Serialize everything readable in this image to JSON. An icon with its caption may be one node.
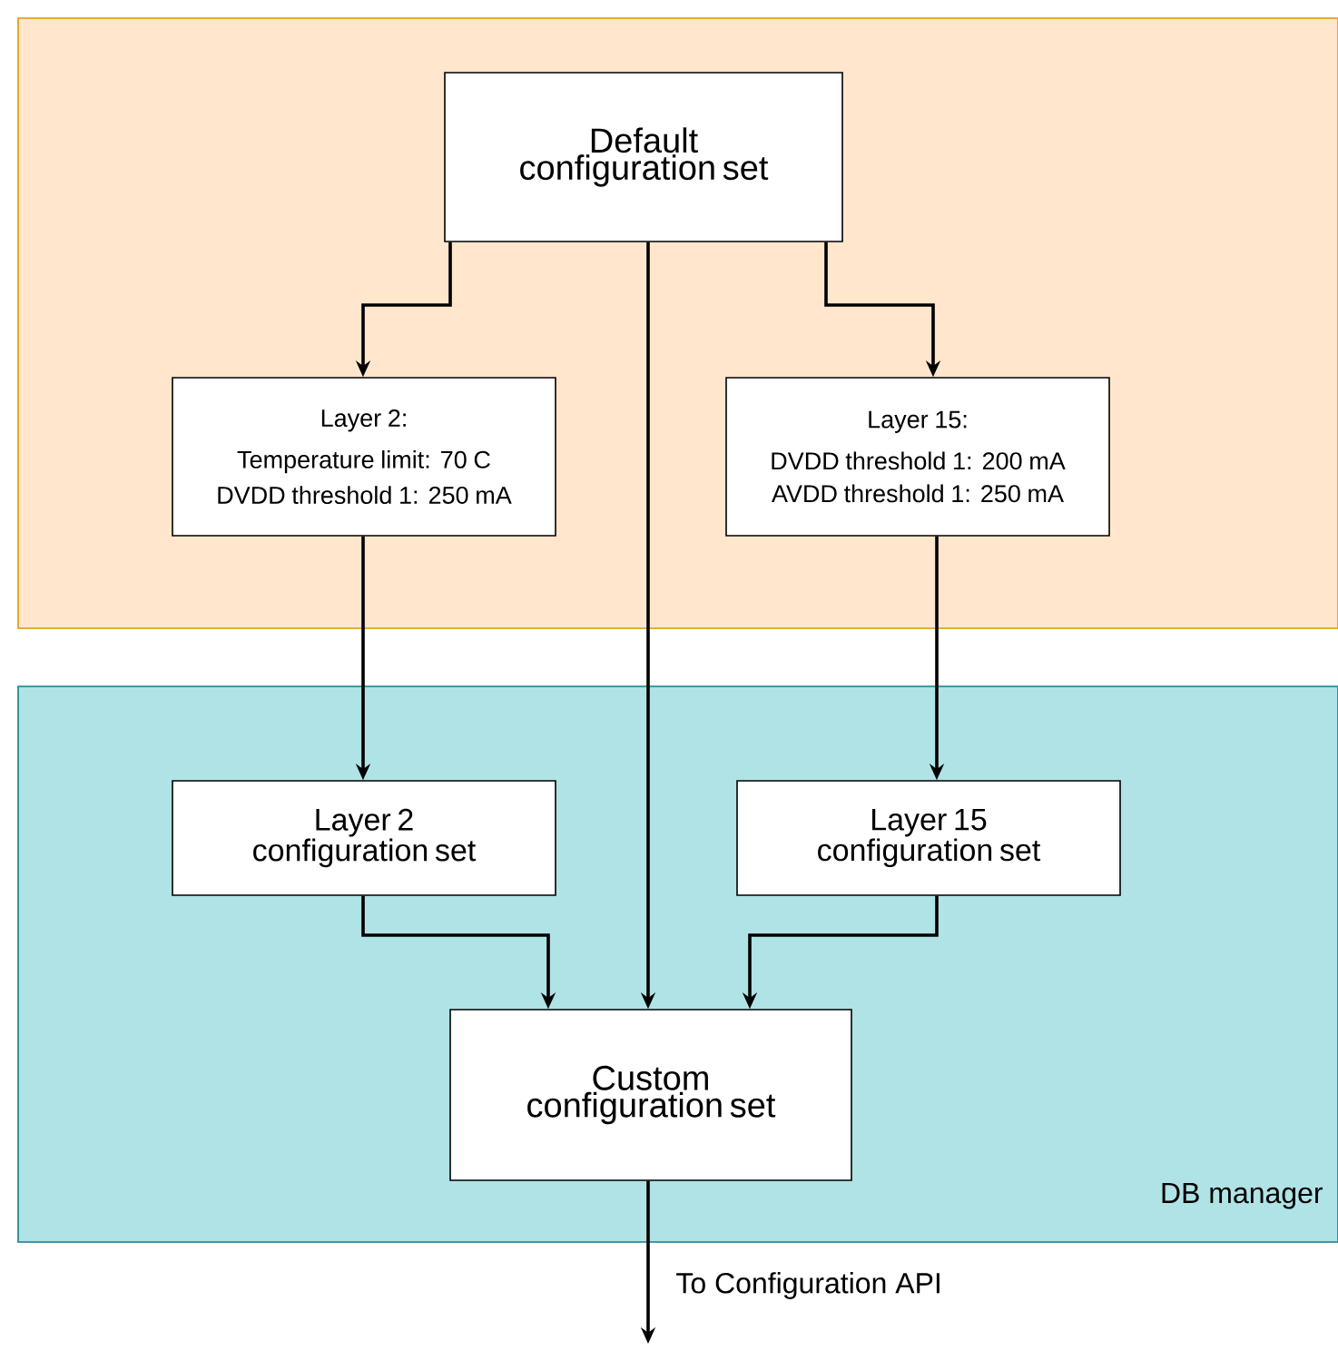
{
  "diagram": {
    "nodes": [
      {
        "text": [],
        "shape": "box"
      },
      {
        "text": [
          "Default configuration set"
        ],
        "in": 0
      },
      {
        "text": [
          "Layer 2:",
          "Temperature limit: 70 C",
          "DVDD threshold 1: 250 mA"
        ],
        "in": 0
      },
      {
        "text": [
          "Layer 15:",
          "DVDD threshold 1: 200 mA",
          "AVDD threshold 1: 250 mA"
        ],
        "in": 0
      },
      {
        "text": [
          "DB manager"
        ]
      },
      {
        "text": [
          "Layer 2 configuration set"
        ],
        "in": 4
      },
      {
        "text": [
          "Layer 15 configuration set"
        ],
        "in": 4
      },
      {
        "text": [
          "Custom configuration set"
        ],
        "in": 4
      }
    ],
    "edges": [
      {
        "from": 1,
        "to": 2,
        "arrow": "to"
      },
      {
        "from": 1,
        "to": 3,
        "arrow": "to"
      },
      {
        "from": 1,
        "to": 7,
        "arrow": "to"
      },
      {
        "from": 2,
        "to": 5,
        "arrow": "to"
      },
      {
        "from": 3,
        "to": 6,
        "arrow": "to"
      },
      {
        "from": 5,
        "to": 7,
        "arrow": "to"
      },
      {
        "from": 6,
        "to": 7,
        "arrow": "to"
      },
      {
        "from": 7,
        "to": null,
        "arrow": "to",
        "label": "To Configuration API"
      }
    ]
  }
}
